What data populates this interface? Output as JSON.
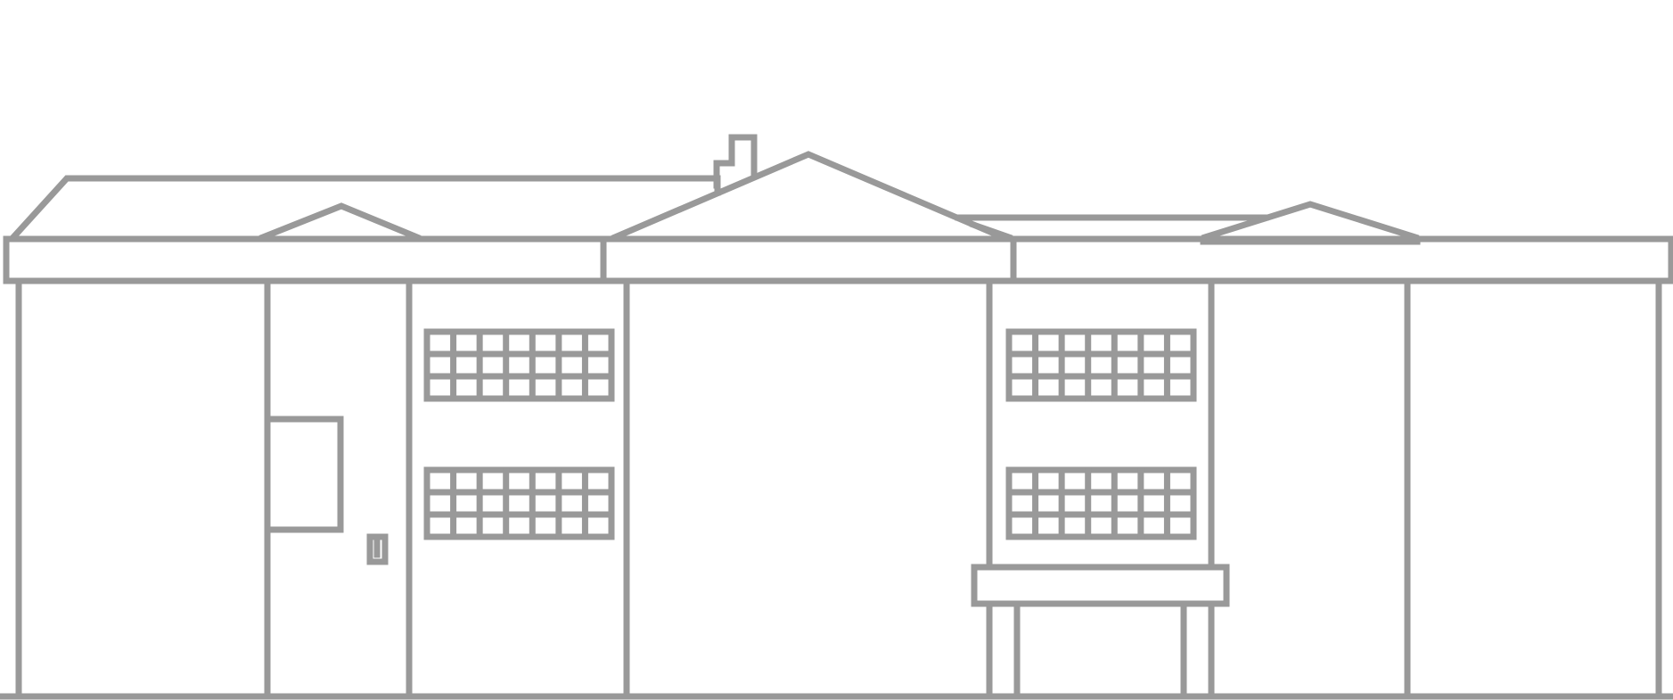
{
  "building": {
    "line_color": "#999999",
    "background": "#ffffff",
    "label": ""
  },
  "windows": {
    "grid_columns": 7,
    "grid_rows": 3,
    "count": 4
  }
}
